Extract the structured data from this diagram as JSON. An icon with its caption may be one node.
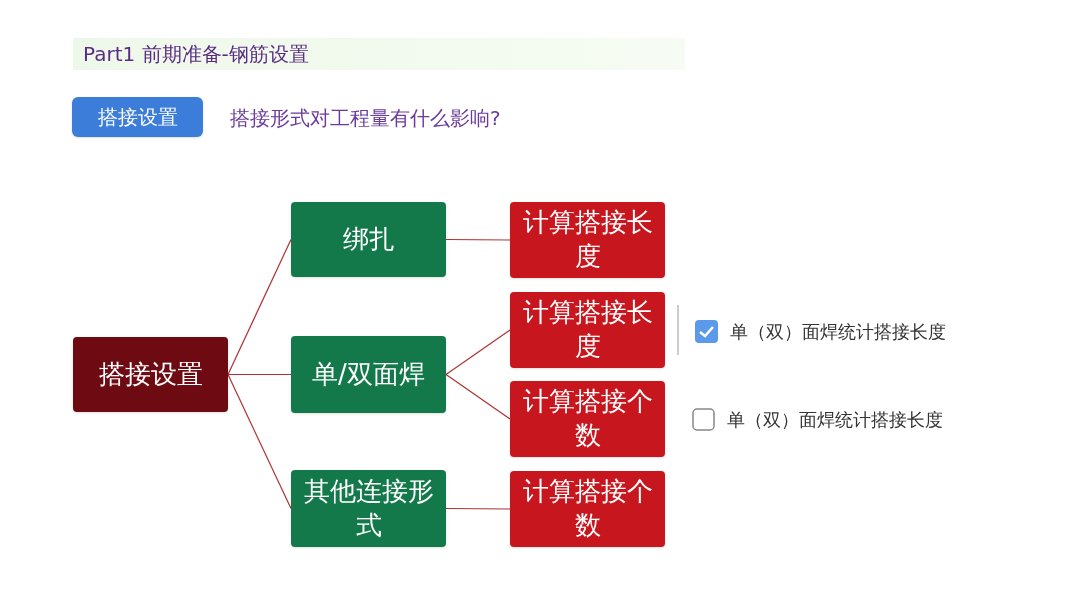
{
  "diagram": {
    "title": "Part1 前期准备-钢筋设置",
    "nodes": [
      {
        "text": [
          "搭接设置"
        ]
      },
      {
        "text": [
          "搭接设置"
        ]
      },
      {
        "text": [
          "绑扎"
        ]
      },
      {
        "text": [
          "单/双面焊"
        ]
      },
      {
        "text": [
          "其他连接形式"
        ]
      },
      {
        "text": [
          "计算搭接长度"
        ]
      },
      {
        "text": [
          "计算搭接长度"
        ]
      },
      {
        "text": [
          "计算搭接个数"
        ]
      },
      {
        "text": [
          "计算搭接个数"
        ]
      }
    ],
    "edges": [
      {
        "from": 1,
        "to": 2,
        "arrow": "none"
      },
      {
        "from": 1,
        "to": 3,
        "arrow": "none"
      },
      {
        "from": 1,
        "to": 4,
        "arrow": "none"
      },
      {
        "from": 2,
        "to": 5,
        "arrow": "none"
      },
      {
        "from": 3,
        "to": 6,
        "arrow": "none"
      },
      {
        "from": 3,
        "to": 7,
        "arrow": "none"
      },
      {
        "from": 4,
        "to": 8,
        "arrow": "none"
      }
    ],
    "labels": [
      "搭接形式对工程量有什么影响?",
      "单（双）面焊统计搭接长度",
      "单（双）面焊统计搭接长度"
    ]
  }
}
